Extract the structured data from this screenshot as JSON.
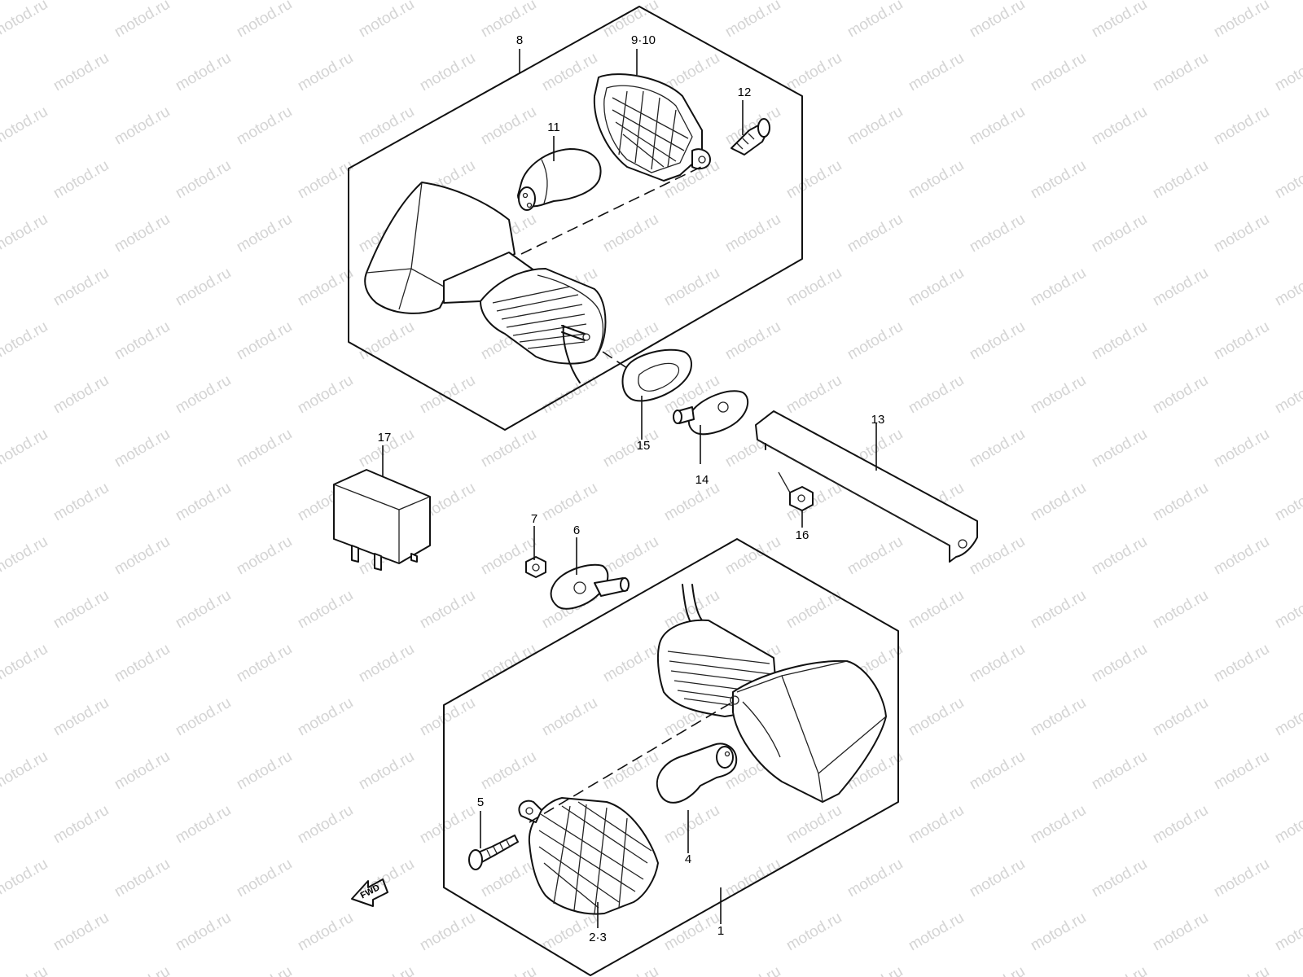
{
  "watermark": "motod.ru",
  "fwd_label": "FWD",
  "callouts": {
    "c1": "1",
    "c2_3": "2·3",
    "c4": "4",
    "c5": "5",
    "c6": "6",
    "c7": "7",
    "c8": "8",
    "c9_10": "9·10",
    "c11": "11",
    "c12": "12",
    "c13": "13",
    "c14": "14",
    "c15": "15",
    "c16": "16",
    "c17": "17"
  }
}
